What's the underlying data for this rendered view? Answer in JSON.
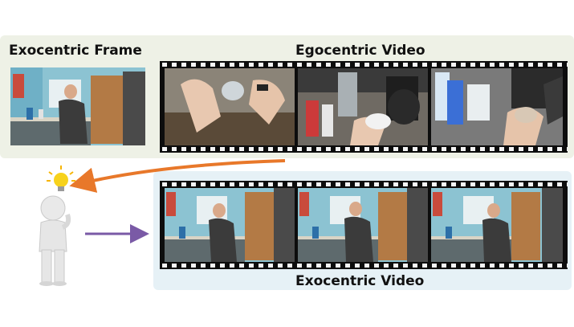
{
  "labels": {
    "exo_frame": "Exocentric Frame",
    "ego_video": "Egocentric Video",
    "exo_video": "Exocentric Video"
  },
  "icons": {
    "thinker": "thinking-person-icon",
    "idea": "lightbulb-icon"
  },
  "colors": {
    "top_panel": "#eef1e6",
    "bottom_panel": "#e6f1f6",
    "curved_arrow": "#e8782a",
    "straight_arrow": "#7a5aa6",
    "bulb": "#f7d21c"
  }
}
